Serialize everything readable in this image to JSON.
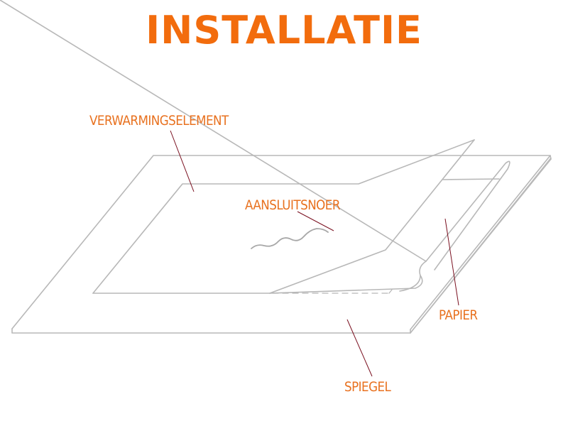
{
  "title": "INSTALLATIE",
  "colors": {
    "title": "#f26c0d",
    "label": "#e8711f",
    "leader_line": "#7a1020",
    "outline": "#b4b4b4"
  },
  "labels": {
    "heating_element": "VERWARMINGSELEMENT",
    "connection_cord": "AANSLUITSNOER",
    "paper": "PAPIER",
    "mirror": "SPIEGEL"
  }
}
